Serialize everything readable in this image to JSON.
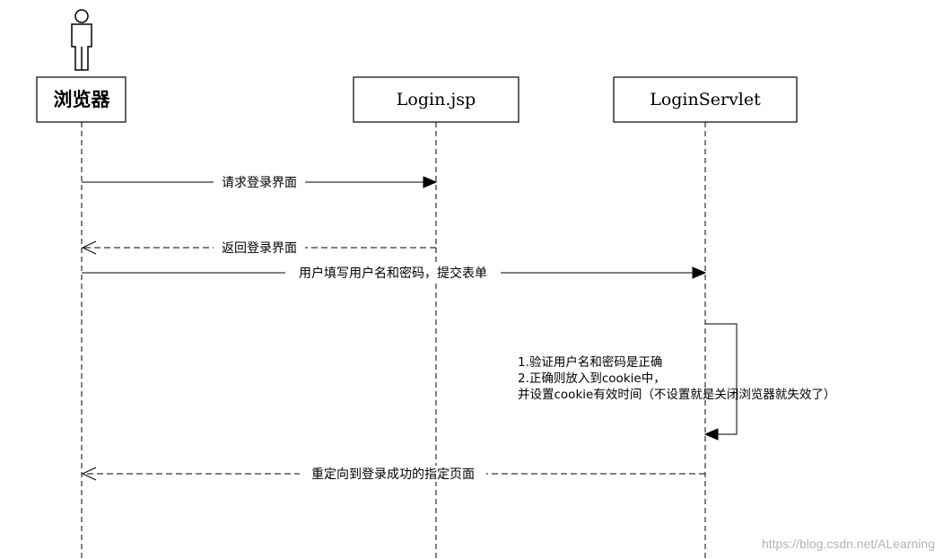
{
  "participants": {
    "browser": {
      "label": "浏览器"
    },
    "login_jsp": {
      "label": "Login.jsp"
    },
    "login_servlet": {
      "label": "LoginServlet"
    }
  },
  "messages": [
    {
      "label": "请求登录界面",
      "style": "solid"
    },
    {
      "label": "返回登录界面",
      "style": "dashed"
    },
    {
      "label": "用户填写用户名和密码，提交表单",
      "style": "solid"
    },
    {
      "label": "重定向到登录成功的指定页面",
      "style": "dashed"
    }
  ],
  "self_call": {
    "lines": [
      "1.验证用户名和密码是正确",
      "2.正确则放入到cookie中，",
      "并设置cookie有效时间（不设置就是关闭浏览器就失效了）"
    ]
  },
  "watermark": "https://blog.csdn.net/ALearning"
}
